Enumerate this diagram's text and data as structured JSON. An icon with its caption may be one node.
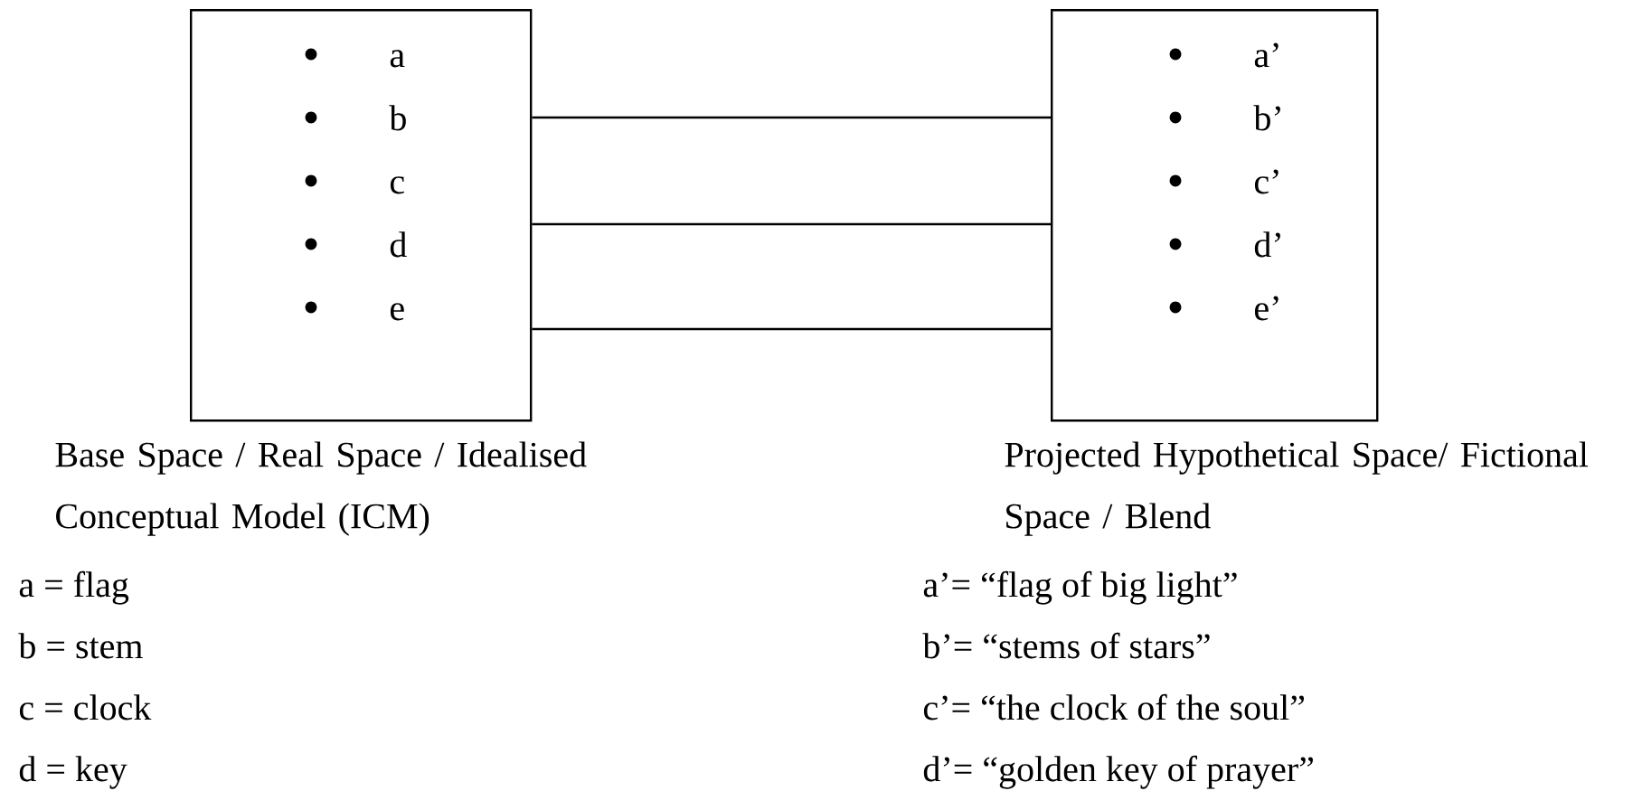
{
  "diagram": {
    "nodes": [
      {
        "text": [
          "a",
          "b",
          "c",
          "d",
          "e"
        ],
        "beside": [
          "Base Space / Real Space / Idealised Conceptual Model (ICM)"
        ]
      },
      {
        "text": [
          "a’",
          "b’",
          "c’",
          "d’",
          "e’"
        ],
        "beside": [
          "Projected Hypothetical Space/ Fictional Space / Blend"
        ]
      }
    ],
    "edges": [
      {
        "from": 0,
        "to": 1,
        "arrow": "none"
      },
      {
        "from": 0,
        "to": 1,
        "arrow": "none"
      },
      {
        "from": 0,
        "to": 1,
        "arrow": "none"
      }
    ],
    "labels": [
      "a = flag",
      "a’= “flag of big light”",
      "b = stem",
      "b’= “stems of stars”",
      "c = clock",
      "c’= “the clock of the soul”",
      "d = key",
      "d’= “golden key of prayer”"
    ]
  }
}
